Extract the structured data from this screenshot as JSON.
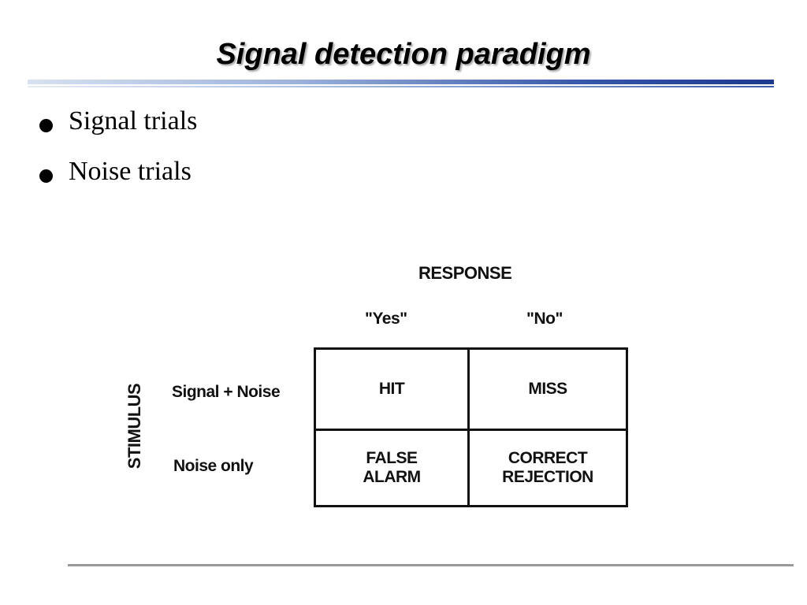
{
  "slide": {
    "title": "Signal detection paradigm",
    "bullets": [
      "Signal trials",
      "Noise trials"
    ]
  },
  "diagram": {
    "response_label": "RESPONSE",
    "response_yes": "\"Yes\"",
    "response_no": "\"No\"",
    "stimulus_label": "STIMULUS",
    "row_signal": "Signal + Noise",
    "row_noise": "Noise only",
    "cells": {
      "hit": "HIT",
      "miss": "MISS",
      "false_alarm": "FALSE\nALARM",
      "correct_rejection": "CORRECT\nREJECTION"
    }
  },
  "colors": {
    "title_rule": "#1d3a8e",
    "bottom_rule": "#9a9a9a"
  }
}
